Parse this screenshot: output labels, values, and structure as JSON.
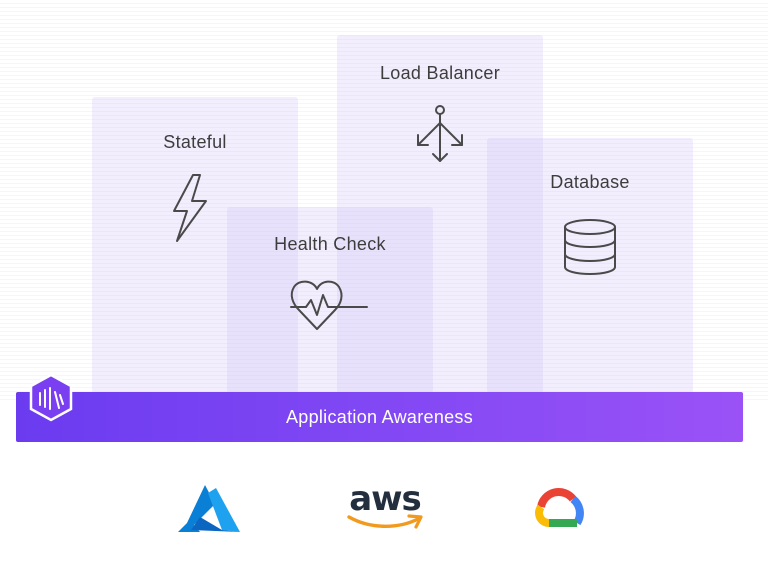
{
  "panels": {
    "stateful": {
      "label": "Stateful",
      "icon": "lightning-bolt-icon"
    },
    "load_balancer": {
      "label": "Load Balancer",
      "icon": "load-balancer-arrows-icon"
    },
    "database": {
      "label": "Database",
      "icon": "database-stack-icon"
    },
    "health_check": {
      "label": "Health Check",
      "icon": "heart-pulse-icon"
    }
  },
  "bar": {
    "label": "Application Awareness"
  },
  "logo": {
    "icon": "hexagon-badge-logo"
  },
  "clouds": {
    "azure": {
      "icon": "azure-logo"
    },
    "aws": {
      "text": "aws",
      "icon": "aws-logo"
    },
    "gcp": {
      "icon": "google-cloud-logo"
    }
  },
  "colors": {
    "bar_start": "#6b3bf0",
    "bar_end": "#9a52f6",
    "panel": "#cebef6",
    "icon_stroke": "#4a4a4a",
    "aws_orange": "#f29a1d",
    "azure_blue": "#0a7fd6"
  }
}
